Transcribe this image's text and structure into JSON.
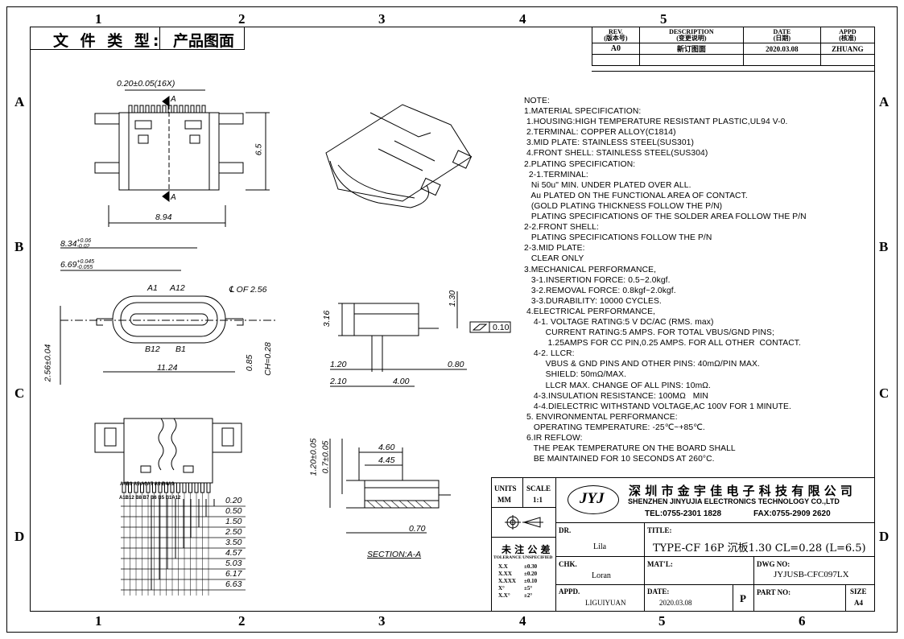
{
  "doc_type": {
    "label": "文 件 类 型:",
    "value": "产品图面"
  },
  "zones": {
    "cols": [
      "1",
      "2",
      "3",
      "4",
      "5",
      "6"
    ],
    "rows": [
      "A",
      "B",
      "C",
      "D"
    ]
  },
  "revision": {
    "headers": [
      "REV.\n(版本号)",
      "DESCRIPTION\n(变更说明)",
      "DATE\n(日期)",
      "APPD\n(核准)"
    ],
    "row": [
      "A0",
      "新订图面",
      "2020.03.08",
      "ZHUANG"
    ]
  },
  "notes": [
    "NOTE:",
    "1.MATERIAL SPECIFICATION:",
    " 1.HOUSING:HIGH TEMPERATURE RESISTANT PLASTIC,UL94 V-0.",
    " 2.TERMINAL: COPPER ALLOY(C1814)",
    " 3.MID PLATE: STAINLESS STEEL(SUS301)",
    " 4.FRONT SHELL: STAINLESS STEEL(SUS304)",
    "2.PLATING SPECIFICATION:",
    "  2-1.TERMINAL:",
    "   Ni 50u\" MIN. UNDER PLATED OVER ALL.",
    "   Au PLATED ON THE FUNCTIONAL AREA OF CONTACT.",
    "   (GOLD PLATING THICKNESS FOLLOW THE P/N)",
    "   PLATING SPECIFICATIONS OF THE SOLDER AREA FOLLOW THE P/N",
    "2-2.FRONT SHELL:",
    "   PLATING SPECIFICATIONS FOLLOW THE P/N",
    "2-3.MID PLATE:",
    "   CLEAR ONLY",
    "3.MECHANICAL PERFORMANCE,",
    "   3-1.INSERTION FORCE: 0.5~2.0kgf.",
    "   3-2.REMOVAL FORCE: 0.8kgf~2.0kgf.",
    "   3-3.DURABILITY: 10000 CYCLES.",
    " 4.ELECTRICAL PERFORMANCE,",
    "    4-1. VOLTAGE RATING:5 V DC/AC (RMS. max)",
    "         CURRENT RATING:5 AMPS. FOR TOTAL VBUS/GND PINS;",
    "          1.25AMPS FOR CC PIN,0.25 AMPS. FOR ALL OTHER  CONTACT.",
    "    4-2. LLCR:",
    "         VBUS & GND PINS AND OTHER PINS: 40mΩ/PIN MAX.",
    "         SHIELD: 50mΩ/MAX.",
    "         LLCR MAX. CHANGE OF ALL PINS: 10mΩ.",
    "    4-3.INSULATION RESISTANCE: 100MΩ   MIN",
    "    4-4.DIELECTRIC WITHSTAND VOLTAGE,AC 100V FOR 1 MINUTE.",
    " 5. ENVIRONMENTAL PERFORMANCE:",
    "    OPERATING TEMPERATURE: -25℃~+85℃.",
    " 6.IR REFLOW:",
    "    THE PEAK TEMPERATURE ON THE BOARD SHALL",
    "    BE MAINTAINED FOR 10 SECONDS AT 260°C."
  ],
  "title_block": {
    "units_label": "UNITS",
    "units_value": "MM",
    "scale_label": "SCALE",
    "scale_value": "1:1",
    "logo": "JYJ",
    "company_cn": "深 圳 市 金 宇 佳 电 子 科 技 有 限 公 司",
    "company_en": "SHENZHEN JINYUJIA ELECTRONICS TECHNOLOGY CO.,LTD",
    "tel": "TEL:0755-2301 1828",
    "fax": "FAX:0755-2909 2620",
    "tolerance_title": "未 注 公 差",
    "tolerance_sub": "TOLERANCE UNSPECIFIED",
    "tolerances": [
      [
        "X.X",
        "±0.30"
      ],
      [
        "X.XX",
        "±0.20"
      ],
      [
        "X.XXX",
        "±0.10"
      ],
      [
        "X°",
        "±5°"
      ],
      [
        "X.X°",
        "±2°"
      ]
    ],
    "dr_label": "DR.",
    "dr_value": "Lila",
    "chk_label": "CHK.",
    "chk_value": "Loran",
    "appd_label": "APPD.",
    "appd_value": "LIGUIYUAN",
    "title_label": "TITLE:",
    "title_value": "TYPE-CF 16P 沉板1.30 CL=0.28 (L=6.5)",
    "matl_label": "MAT'L:",
    "dwg_label": "DWG NO:",
    "dwg_value": "JYJUSB-CFC097LX",
    "date_label": "DATE:",
    "date_value": "2020.03.08",
    "p_value": "P",
    "part_label": "PART NO:",
    "size_label": "SIZE",
    "size_value": "A4"
  },
  "dimensions": {
    "pitch": "0.20±0.05(16X)",
    "height_65": "6.5",
    "width_894": "8.94",
    "d834": "8.34",
    "d834_tol_up": "+0.06",
    "d834_tol_dn": "-0.02",
    "d669": "6.69",
    "d669_tol_up": "+0.045",
    "d669_tol_dn": "-0.055",
    "a1": "A1",
    "a12": "A12",
    "b12": "B12",
    "b1": "B1",
    "cl_of": "℄ OF 2.56",
    "d256": "2.56±0.04",
    "d1124": "11.24",
    "d085": "0.85",
    "ch028": "CH=0.28",
    "s316": "3.16",
    "s130": "1.30",
    "s010": "0.10",
    "s120": "1.20",
    "s080": "0.80",
    "s210": "2.10",
    "s400": "4.00",
    "c120": "1.20±0.05",
    "c070": "0.7±0.05",
    "c460": "4.60",
    "c445": "4.45",
    "c070b": "0.70",
    "section": "SECTION:A-A",
    "sec_a": "A",
    "pin_row": [
      "0.20",
      "0.50",
      "1.50",
      "2.50",
      "3.50",
      "4.57",
      "5.03",
      "6.17",
      "6.63"
    ],
    "pin_labels_top": "A4B9  A5  A6A7  A8  B4A9",
    "pin_labels_bot": "A1B12  B8  B7     B6  B5  B1A12"
  }
}
